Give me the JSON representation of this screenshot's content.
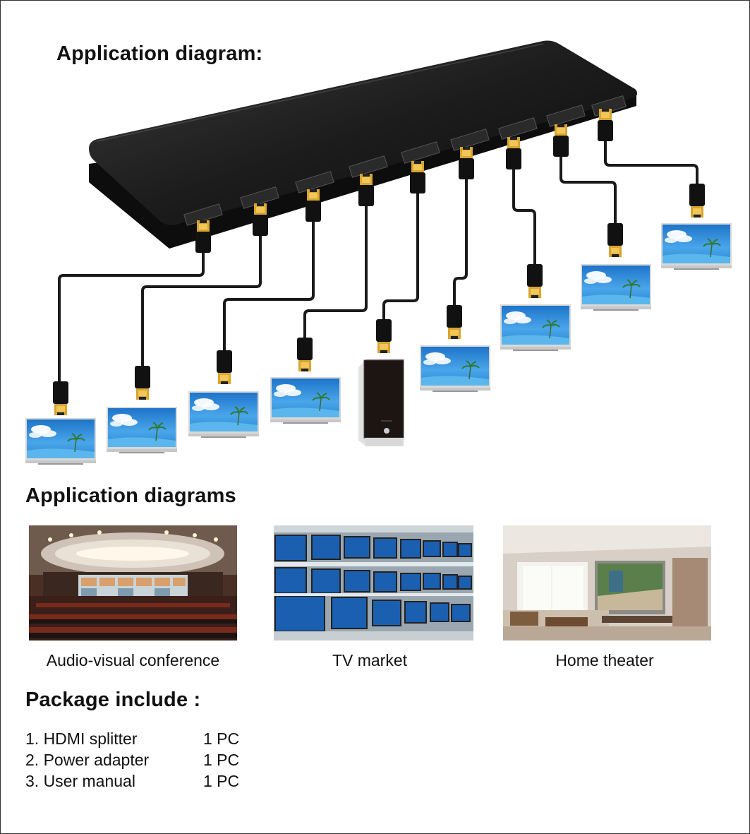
{
  "headings": {
    "diagram_title": "Application diagram:",
    "apps_title": "Application diagrams",
    "package_title": "Package include :"
  },
  "applications": [
    {
      "caption": "Audio-visual conference"
    },
    {
      "caption": "TV market"
    },
    {
      "caption": "Home theater"
    }
  ],
  "package": [
    {
      "item": "1. HDMI splitter",
      "qty": "1 PC"
    },
    {
      "item": "2. Power adapter",
      "qty": "1 PC"
    },
    {
      "item": "3. User manual",
      "qty": "1 PC"
    }
  ],
  "diagram": {
    "device": "hdmi-splitter",
    "output_ports": 9,
    "connected_displays": 8,
    "connected_computers": 1
  }
}
